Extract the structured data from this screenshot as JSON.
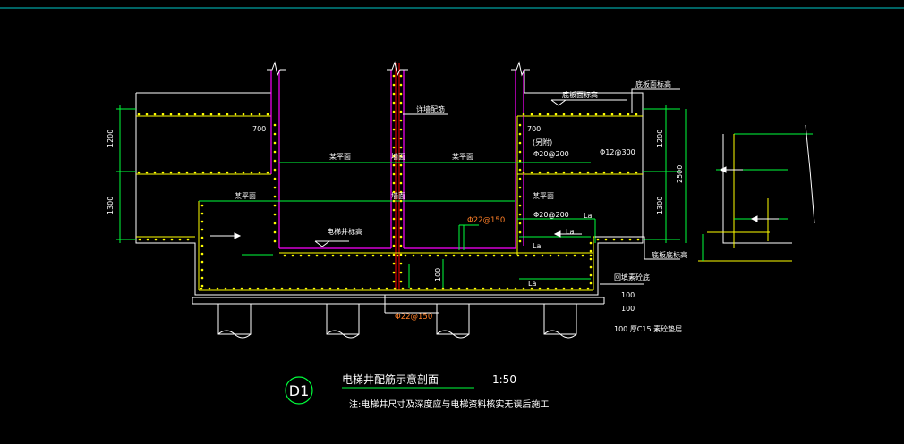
{
  "title": {
    "badge": "D1",
    "name": "电梯井配筋示意剖面",
    "scale": "1:50",
    "note": "注:电梯井尺寸及深度应与电梯资料核实无误后施工"
  },
  "labels": {
    "top_left_elev": "底板面标高",
    "top_right_elev": "底板面标高",
    "wall_rebar": "详墙配筋",
    "pit_elev": "电梯井标高",
    "bottom_right_elev": "底板底标高",
    "backfill": "回填素砼底",
    "lean_concrete": "100 厚C15 素砼垫层"
  },
  "rebar": {
    "top_note": "(另附)",
    "top": "Φ20@200",
    "right": "Φ12@300",
    "mid": "Φ20@200",
    "orange_mid": "Φ22@150",
    "orange_bottom": "Φ22@150"
  },
  "dims": {
    "left_upper": "1200",
    "left_lower": "1300",
    "right_upper": "1200",
    "right_lower": "1300",
    "right_total": "2500",
    "cover_left": "700",
    "cover_right": "700",
    "pit_depth": "100",
    "small_a": "100",
    "small_b": "100",
    "la1": "La",
    "la2": "La",
    "la3": "La",
    "la4": "La"
  },
  "marks": {
    "m1": "某平面",
    "m2": "某平面",
    "m3": "某平面",
    "m4": "某平面",
    "m5": "墙面",
    "m6": "墙面"
  },
  "colors": {
    "bg": "#000000",
    "green": "#00ff3c",
    "white": "#ffffff",
    "magenta": "#ff00ff",
    "yellow": "#ffff00",
    "orange": "#ff7f27",
    "cyan": "#00ffff"
  }
}
